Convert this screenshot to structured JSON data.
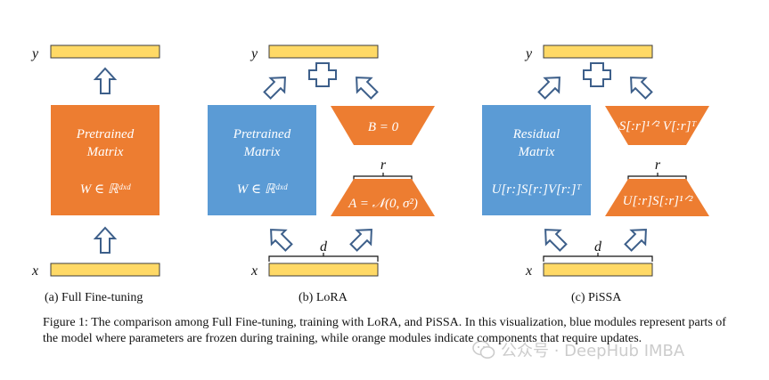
{
  "colors": {
    "blue_module": "#5b9bd5",
    "orange_module": "#ed7d31",
    "io_bar": "#ffd966",
    "arrow_stroke": "#3d5f8a"
  },
  "panels": {
    "full": {
      "output_label": "y",
      "input_label": "x",
      "matrix_title_line1": "Pretrained",
      "matrix_title_line2": "Matrix",
      "matrix_formula": "W ∈ ℝᵈˣᵈ",
      "caption": "(a) Full Fine-tuning"
    },
    "lora": {
      "output_label": "y",
      "input_label": "x",
      "matrix_title_line1": "Pretrained",
      "matrix_title_line2": "Matrix",
      "matrix_formula": "W ∈ ℝᵈˣᵈ",
      "top_adapter": "B = 0",
      "bottom_adapter": "A = 𝒩(0, σ²)",
      "rank_label": "r",
      "dim_label": "d",
      "caption": "(b) LoRA"
    },
    "pissa": {
      "output_label": "y",
      "input_label": "x",
      "matrix_title_line1": "Residual",
      "matrix_title_line2": "Matrix",
      "matrix_formula": "U[r:]S[r:]V[r:]ᵀ",
      "top_adapter": "S[:r]¹ᐟ² V[:r]ᵀ",
      "bottom_adapter": "U[:r]S[:r]¹ᐟ²",
      "rank_label": "r",
      "dim_label": "d",
      "caption": "(c) PiSSA"
    }
  },
  "figure_caption": "Figure 1: The comparison among Full Fine-tuning, training with LoRA, and PiSSA. In this visualization, blue modules represent parts of the model where parameters are frozen during training, while orange modules indicate components that require updates.",
  "watermark": {
    "text": "公众号 · DeepHub IMBA",
    "icon": "wechat-icon"
  }
}
